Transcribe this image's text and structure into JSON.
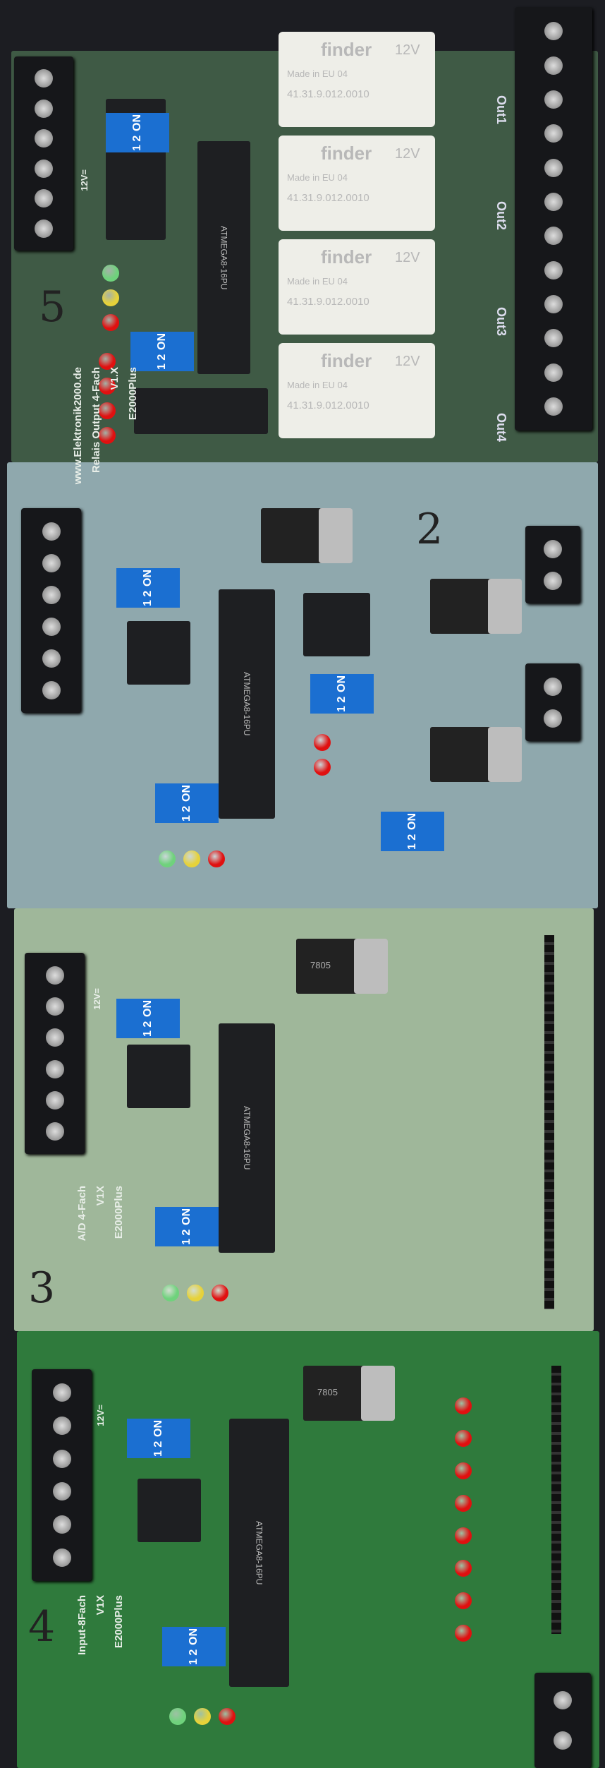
{
  "boards": [
    {
      "name": "relais-output",
      "product": "E2000Plus",
      "version": "V1.X",
      "title": "Relais Output 4-Fach",
      "url": "www.Elektronik2000.de",
      "handwritten": "5",
      "power_label": "12V=",
      "outputs": [
        "Out1",
        "Out2",
        "Out3",
        "Out4"
      ]
    },
    {
      "name": "controller",
      "handwritten": "2"
    },
    {
      "name": "ad-4",
      "product": "E2000Plus",
      "version": "V1X",
      "title": "A/D 4-Fach",
      "handwritten": "3",
      "power_label": "12V=",
      "vreg": "7805"
    },
    {
      "name": "input-8",
      "product": "E2000Plus",
      "version": "V1X",
      "title": "Input-8Fach",
      "handwritten": "4",
      "power_label": "12V=",
      "vreg": "7805"
    }
  ],
  "relay": {
    "brand": "finder",
    "voltage": "12V",
    "made": "Made in EU 04",
    "part": "41.31.9.012.0010"
  },
  "chip_label": "ATMEGA8-16PU",
  "dip": {
    "on": "ON",
    "nums": "1 2"
  },
  "colors": {
    "board1": "#3f5a45",
    "board2": "#8fa8ad",
    "board3": "#9fb79a",
    "board4": "#2f7a3c",
    "led_red": "#e01010",
    "led_yellow": "#e6d23a",
    "led_green": "#6fd27c"
  }
}
